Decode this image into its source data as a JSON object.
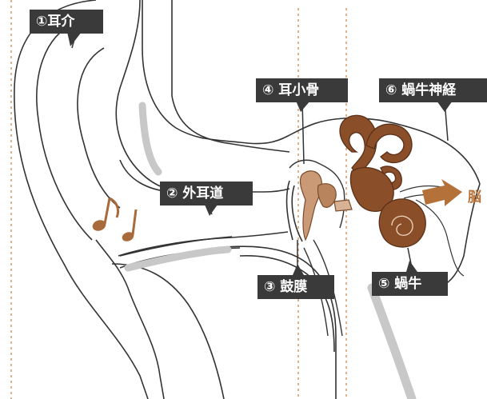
{
  "labels": {
    "pinna": "①耳介",
    "ear_canal": "② 外耳道",
    "eardrum": "③ 鼓膜",
    "ossicles": "④ 耳小骨",
    "cochlea": "⑤ 蝸牛",
    "cochlear_nerve": "⑥ 蝸牛神経",
    "brain": "脳"
  },
  "colors": {
    "label_bg": "#3a3a3a",
    "label_text": "#ffffff",
    "accent_brown": "#8a4e28",
    "light_brown": "#c99a75",
    "arrow_orange": "#b5713a",
    "outline": "#333333",
    "dotted_line": "#d49a6c",
    "gray_tissue": "#c8c8c8"
  },
  "icons": [
    "music-note-icon",
    "arrow-right-icon"
  ]
}
